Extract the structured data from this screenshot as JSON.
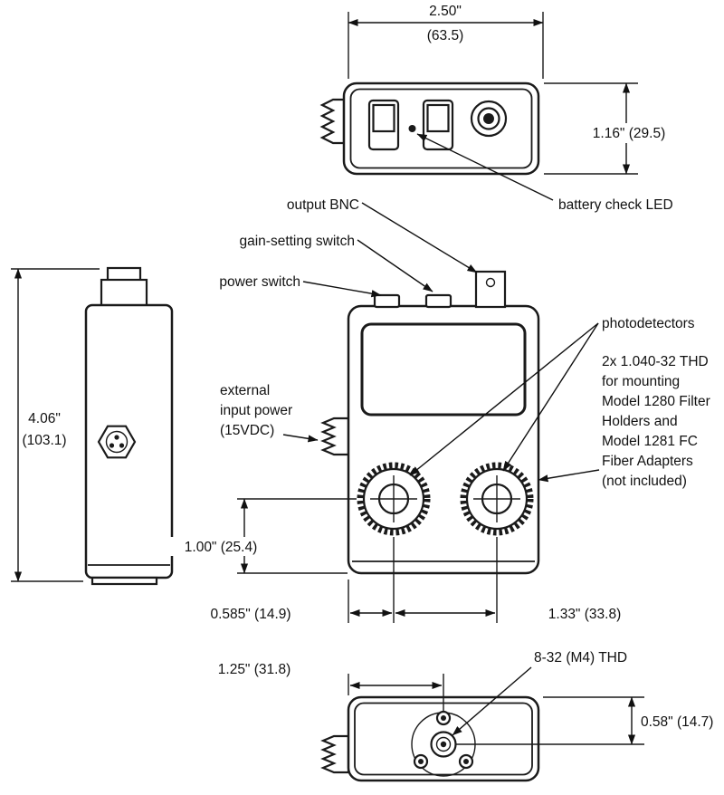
{
  "drawing": {
    "dim_top_width_in": "2.50\"",
    "dim_top_width_mm": "(63.5)",
    "dim_top_depth": "1.16\" (29.5)",
    "dim_side_height_in": "4.06\"",
    "dim_side_height_mm": "(103.1)",
    "dim_det_to_bottom": "1.00\" (25.4)",
    "dim_edge_to_det": "0.585\" (14.9)",
    "dim_det_spacing": "1.33\" (33.8)",
    "dim_edge_to_hole": "1.25\" (31.8)",
    "dim_bottom_depth": "0.58\" (14.7)",
    "label_output_bnc": "output BNC",
    "label_battery_led": "battery check LED",
    "label_gain_switch": "gain-setting switch",
    "label_power_switch": "power switch",
    "label_photodetectors": "photodetectors",
    "label_bottom_thd": "8-32 (M4) THD",
    "label_external_power": [
      "external",
      "input power",
      "(15VDC)"
    ],
    "label_thd_note": [
      "2x 1.040-32 THD",
      "for mounting",
      "Model 1280 Filter",
      "Holders and",
      "Model 1281 FC",
      "Fiber Adapters",
      "(not included)"
    ]
  }
}
